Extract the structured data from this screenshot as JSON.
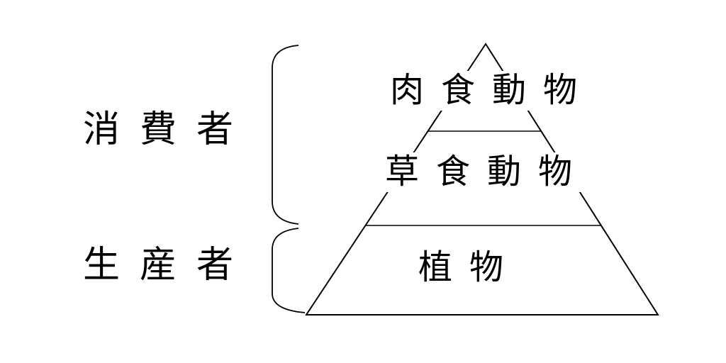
{
  "pyramid": {
    "tiers": [
      {
        "label": "肉食動物"
      },
      {
        "label": "草食動物"
      },
      {
        "label": "植物"
      }
    ]
  },
  "brackets": [
    {
      "label": "消費者"
    },
    {
      "label": "生産者"
    }
  ],
  "colors": {
    "line": "#000000",
    "background": "#ffffff",
    "text": "#000000"
  }
}
